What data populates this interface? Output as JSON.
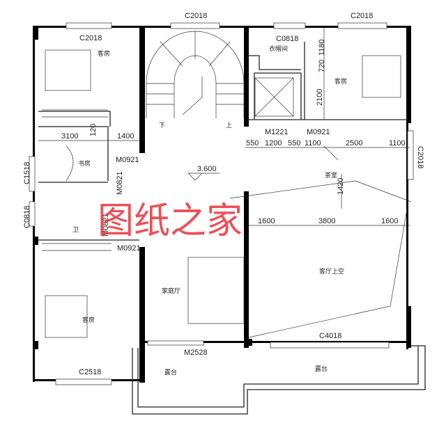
{
  "title": "",
  "watermark": "图纸之家",
  "level": "3.600",
  "rooms": {
    "bedroom_top_left": "客房",
    "bedroom_top_right": "客房",
    "bedroom_bottom_left": "客房",
    "study": "书房",
    "wardrobe": "衣帽间",
    "tea_room": "茶室",
    "bathroom": "卫",
    "family_hall": "家庭厅",
    "living_void": "客厅上空",
    "terrace_left": "露台",
    "terrace_right": "露台"
  },
  "stairs": {
    "down": "下",
    "up": "上"
  },
  "windows": {
    "c2018_tl": "C2018",
    "c2018_top": "C2018",
    "c2018_tr": "C2018",
    "c0818_top": "C0818",
    "c1518": "C1518",
    "c0818_left": "C0818",
    "c2018_right": "C2018",
    "c4018": "C4018",
    "c2518": "C2518"
  },
  "doors": {
    "m0921_study": "M0921",
    "m0821_study": "M0821",
    "m1221": "M1221",
    "m0921_tr": "M0921",
    "m0821_bath": "M0821",
    "m0921_bl": "M0921",
    "m2528": "M2528"
  },
  "dimensions": {
    "d3100": "3100",
    "d120": "120",
    "d1400": "1400",
    "d1180": "1180",
    "d720": "720",
    "d2100": "2100",
    "d1420": "1420",
    "row1": [
      "550",
      "1200",
      "550",
      "1100",
      "2500",
      "1100"
    ],
    "row2": [
      "1600",
      "3800",
      "1600"
    ]
  },
  "colors": {
    "walls": "#000000",
    "watermark": "#e8323a"
  }
}
